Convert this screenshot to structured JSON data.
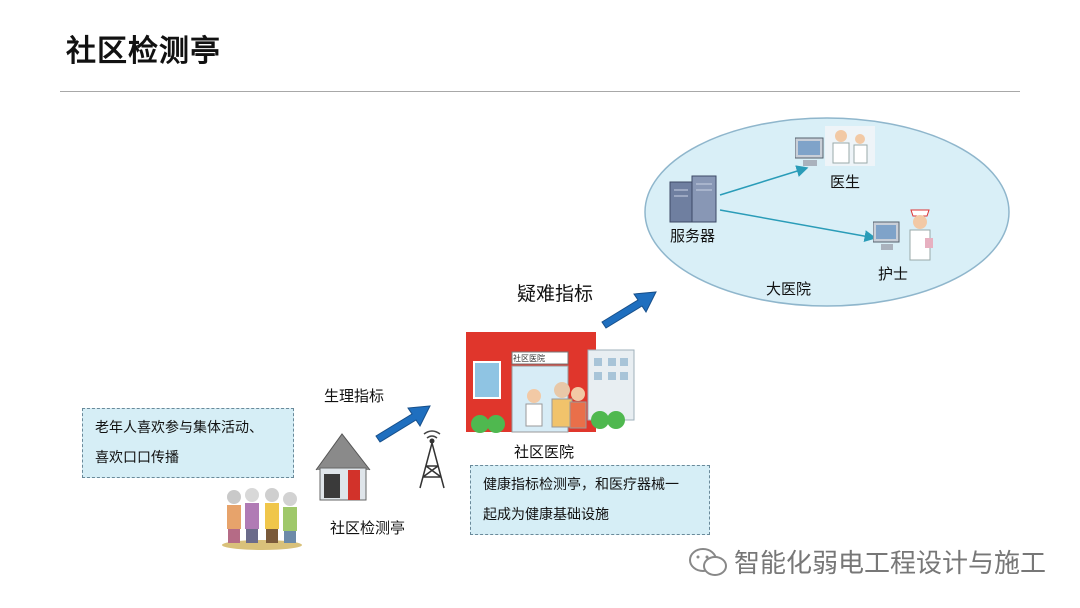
{
  "slide": {
    "title": "社区检测亭"
  },
  "hospital": {
    "name": "大医院",
    "server": "服务器",
    "doctor": "医生",
    "nurse": "护士"
  },
  "flows": {
    "difficult": "疑难指标",
    "physiological": "生理指标"
  },
  "clinic": {
    "name": "社区医院",
    "sign": "社区医院"
  },
  "kiosk": {
    "name": "社区检测亭"
  },
  "notes": {
    "elderly": [
      "老年人喜欢参与集体活动、",
      "喜欢口口传播"
    ],
    "kiosk": [
      "健康指标检测亭，和医疗器械一",
      "起成为健康基础设施"
    ]
  },
  "watermark": {
    "text": "智能化弱电工程设计与施工"
  },
  "colors": {
    "ellipse_fill": "#d9eff7",
    "arrow_blue": "#1f6fbf",
    "note_fill": "#d6eef6",
    "clinic_red": "#e0362c"
  }
}
